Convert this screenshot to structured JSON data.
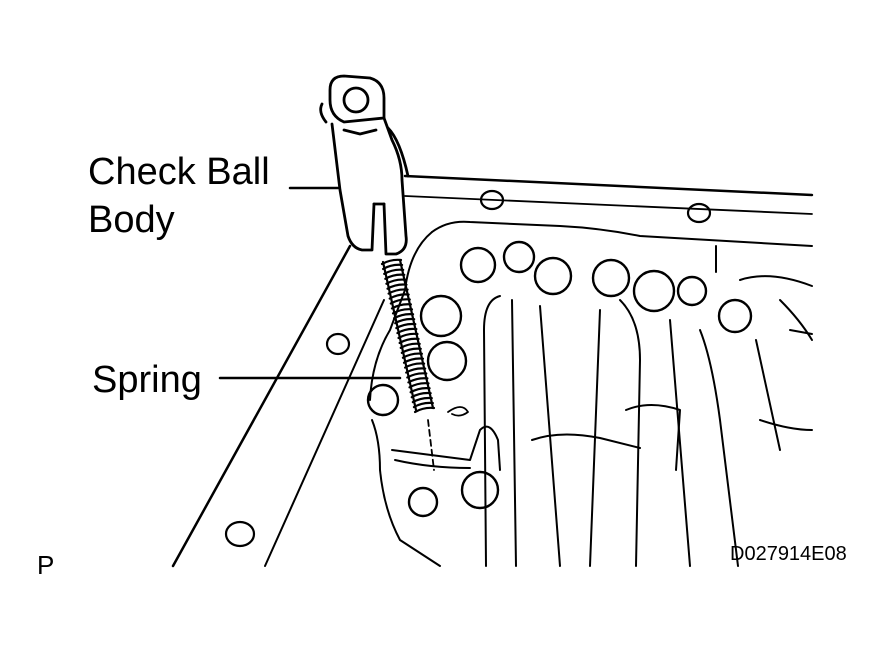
{
  "labels": {
    "check_ball_body_line1": "Check Ball",
    "check_ball_body_line2": "Body",
    "spring": "Spring",
    "view_mark": "P",
    "figure_code": "D027914E08"
  },
  "colors": {
    "ink": "#000000",
    "paper": "#ffffff"
  }
}
